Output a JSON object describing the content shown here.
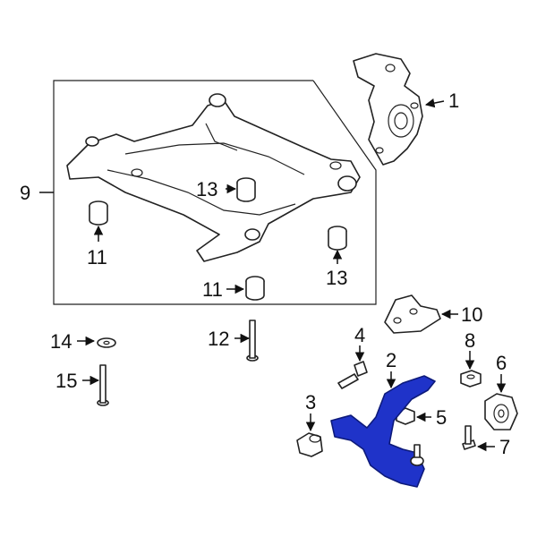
{
  "diagram": {
    "highlight_color": "#1f33c9",
    "callouts": {
      "c1": "1",
      "c2": "2",
      "c3": "3",
      "c4": "4",
      "c5": "5",
      "c6": "6",
      "c7": "7",
      "c8": "8",
      "c9": "9",
      "c10": "10",
      "c11a": "11",
      "c11b": "11",
      "c12": "12",
      "c13a": "13",
      "c13b": "13",
      "c14": "14",
      "c15": "15"
    }
  }
}
